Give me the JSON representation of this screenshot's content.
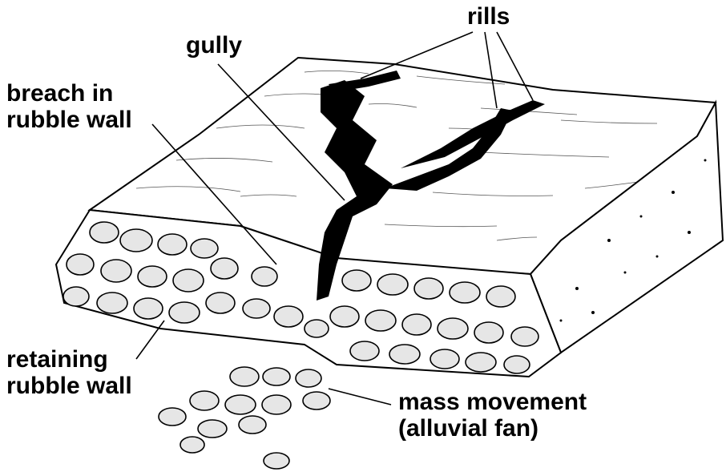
{
  "labels": {
    "rills": "rills",
    "gully": "gully",
    "breach_line1": "breach in",
    "breach_line2": "rubble wall",
    "retaining_line1": "retaining",
    "retaining_line2": "rubble wall",
    "mass_line1": "mass movement",
    "mass_line2": "(alluvial fan)"
  },
  "colors": {
    "ink": "#000000",
    "paper": "#ffffff",
    "stone_shade": "#e6e6e6"
  }
}
